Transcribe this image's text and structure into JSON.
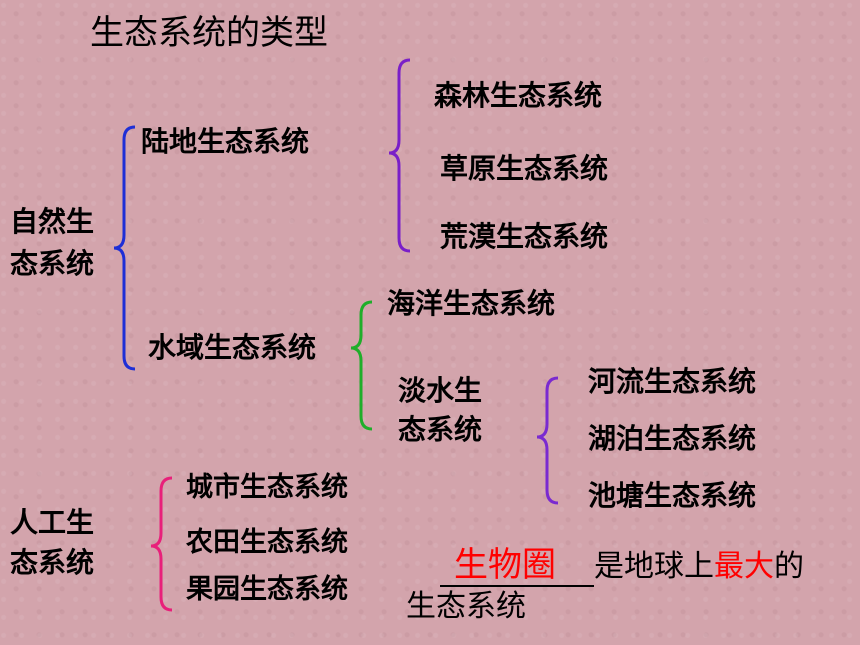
{
  "title": "生态系统的类型",
  "natural": {
    "label_line1": "自然生",
    "label_line2": "态系统",
    "land": {
      "label": "陆地生态系统",
      "items": [
        "森林生态系统",
        "草原生态系统",
        "荒漠生态系统"
      ]
    },
    "water": {
      "label": "水域生态系统",
      "items": [
        "海洋生态系统"
      ],
      "fresh": {
        "label_line1": "淡水生",
        "label_line2": "态系统",
        "items": [
          "河流生态系统",
          "湖泊生态系统",
          "池塘生态系统"
        ]
      }
    }
  },
  "artificial": {
    "label_line1": "人工生",
    "label_line2": "态系统",
    "items": [
      "城市生态系统",
      "农田生态系统",
      "果园生态系统"
    ]
  },
  "note": {
    "answer": "生物圈",
    "text1": "是地球上",
    "highlight": "最大",
    "text2": "的",
    "line2": "生态系统"
  },
  "colors": {
    "background": "#d3a4ac",
    "brace_blue": "#1e2fd6",
    "brace_purple": "#7a1fc8",
    "brace_green": "#1fae2a",
    "brace_violet": "#7a2ad0",
    "brace_pink": "#e8207a",
    "highlight_red": "#ff0000"
  }
}
